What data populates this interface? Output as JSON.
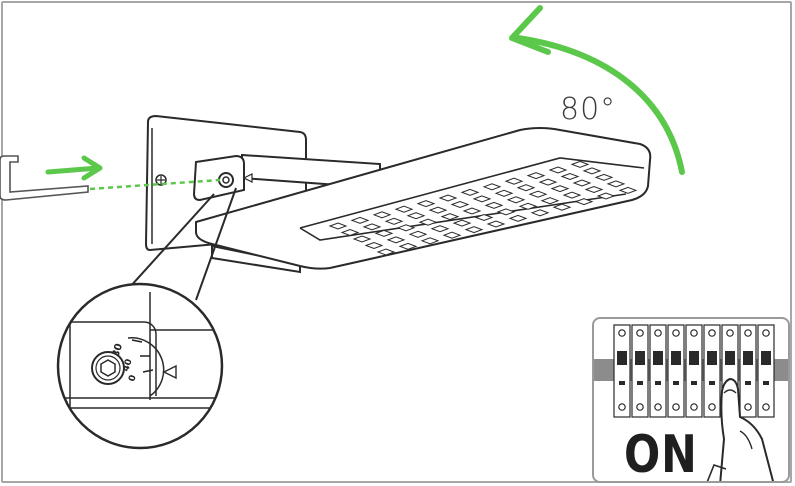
{
  "diagram": {
    "angle_label": "80°",
    "switch_label": "ON",
    "dial_marks": [
      "80",
      "40",
      "0"
    ],
    "colors": {
      "arrow": "#5cc84b",
      "line": "#2a2a2a",
      "frame": "#a7a7a7",
      "rail": "#8c8c8c"
    },
    "icons": [
      "hex-key-icon",
      "insert-arrow-icon",
      "rotate-arrow-icon",
      "hex-bolt-icon",
      "pointer-triangle-icon",
      "hand-icon"
    ]
  }
}
